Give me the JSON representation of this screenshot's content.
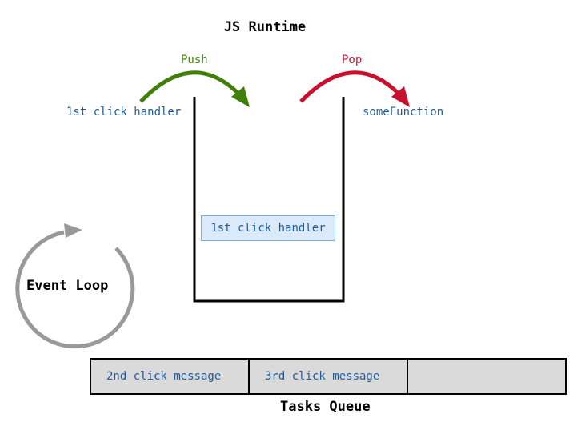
{
  "title": "JS Runtime",
  "push": {
    "label": "Push",
    "item": "1st click handler",
    "color": "#3f7f0a"
  },
  "pop": {
    "label": "Pop",
    "item": "someFunction",
    "color": "#c8102e"
  },
  "stack": {
    "frames": [
      "1st click handler"
    ],
    "frame_fill": "#dbeafb"
  },
  "event_loop": {
    "label": "Event Loop",
    "color": "#999999"
  },
  "queue": {
    "label": "Tasks Queue",
    "cells": [
      "2nd click message",
      "3rd click message",
      ""
    ],
    "fill": "#dadada"
  },
  "text_color": "#1f5a99"
}
